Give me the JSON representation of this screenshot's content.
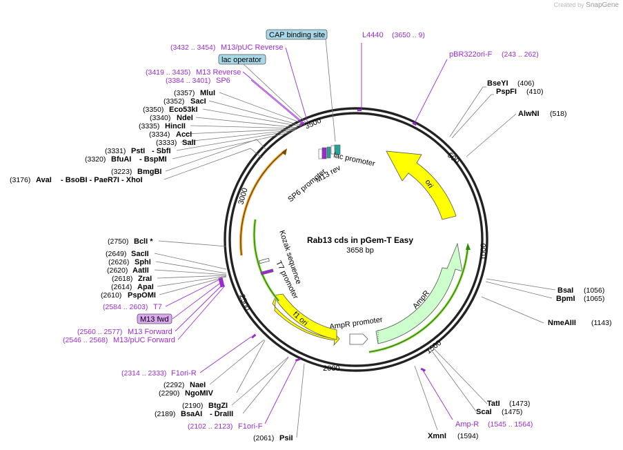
{
  "credit": {
    "prefix": "Created by",
    "brand": "SnapGene"
  },
  "plasmid": {
    "name": "Rab13 cds in pGem-T Easy",
    "length": "3658 bp"
  },
  "ticks": [
    "500",
    "1000",
    "1500",
    "2000",
    "2500",
    "3000",
    "3500"
  ],
  "features": {
    "ori": "ori",
    "ampr": "AmpR",
    "ampr_promoter": "AmpR promoter",
    "f1_ori": "f1 ori",
    "t7_promoter": "T7 promoter",
    "kozak": "Kozak sequence",
    "sp6_promoter": "SP6 promoter",
    "m13_rev": "M13 rev",
    "lac_promoter": "lac promoter"
  },
  "boxed": {
    "cap": "CAP binding site",
    "lac_operator": "lac operator",
    "m13_fwd": "M13 fwd"
  },
  "enzymes_right": [
    {
      "name": "BseYI",
      "pos": "(406)"
    },
    {
      "name": "PspFI",
      "pos": "(410)"
    },
    {
      "name": "AlwNI",
      "pos": "(518)"
    },
    {
      "name": "BsaI",
      "pos": "(1056)"
    },
    {
      "name": "BpmI",
      "pos": "(1065)"
    },
    {
      "name": "NmeAIII",
      "pos": "(1143)"
    },
    {
      "name": "TatI",
      "pos": "(1473)"
    },
    {
      "name": "ScaI",
      "pos": "(1475)"
    },
    {
      "name": "XmnI",
      "pos": "(1594)"
    }
  ],
  "enzymes_left": [
    {
      "pos": "(3357)",
      "name": "MluI"
    },
    {
      "pos": "(3352)",
      "name": "SacI"
    },
    {
      "pos": "(3350)",
      "name": "Eco53kI"
    },
    {
      "pos": "(3340)",
      "name": "NdeI"
    },
    {
      "pos": "(3335)",
      "name": "HincII"
    },
    {
      "pos": "(3334)",
      "name": "AccI"
    },
    {
      "pos": "(3333)",
      "name": "SalI"
    },
    {
      "pos": "(3331)",
      "name": "PstI",
      "extra": "- SbfI"
    },
    {
      "pos": "(3320)",
      "name": "BfuAI",
      "extra": "- BspMI"
    },
    {
      "pos": "(3223)",
      "name": "BmgBI"
    },
    {
      "pos": "(3176)",
      "name": "AvaI",
      "extra": "- BsoBI - PaeR7I - XhoI"
    },
    {
      "pos": "(2750)",
      "name": "BclI *"
    },
    {
      "pos": "(2649)",
      "name": "SacII"
    },
    {
      "pos": "(2626)",
      "name": "SphI"
    },
    {
      "pos": "(2620)",
      "name": "AatII"
    },
    {
      "pos": "(2618)",
      "name": "ZraI"
    },
    {
      "pos": "(2614)",
      "name": "ApaI"
    },
    {
      "pos": "(2610)",
      "name": "PspOMI"
    },
    {
      "pos": "(2292)",
      "name": "NaeI"
    },
    {
      "pos": "(2290)",
      "name": "NgoMIV"
    },
    {
      "pos": "(2190)",
      "name": "BtgZI"
    },
    {
      "pos": "(2189)",
      "name": "BsaAI",
      "extra": "- DraIII"
    },
    {
      "pos": "(2061)",
      "name": "PsiI"
    }
  ],
  "primers": [
    {
      "name": "L4440",
      "pos": "(3650 .. 9)"
    },
    {
      "name": "pBR322ori-F",
      "pos": "(243 .. 262)"
    },
    {
      "name": "M13/pUC Reverse",
      "pos": "(3432 .. 3454)"
    },
    {
      "name": "M13 Reverse",
      "pos": "(3419 .. 3435)"
    },
    {
      "name": "SP6",
      "pos": "(3384 .. 3401)"
    },
    {
      "name": "T7",
      "pos": "(2584 .. 2603)"
    },
    {
      "name": "M13 Forward",
      "pos": "(2560 .. 2577)"
    },
    {
      "name": "M13/pUC Forward",
      "pos": "(2546 .. 2568)"
    },
    {
      "name": "F1ori-R",
      "pos": "(2314 .. 2333)"
    },
    {
      "name": "F1ori-F",
      "pos": "(2102 .. 2123)"
    },
    {
      "name": "Amp-R",
      "pos": "(1545 .. 1564)"
    }
  ],
  "colors": {
    "primer": "#9a2bd0",
    "ori": "#ffff00",
    "ampr": "#ccffcc",
    "orange": "#f5b041",
    "green_line": "#2e8b00",
    "backbone": "#222222",
    "cap_box": "#a8d8e8",
    "fwd_box": "#d9a8f0"
  }
}
